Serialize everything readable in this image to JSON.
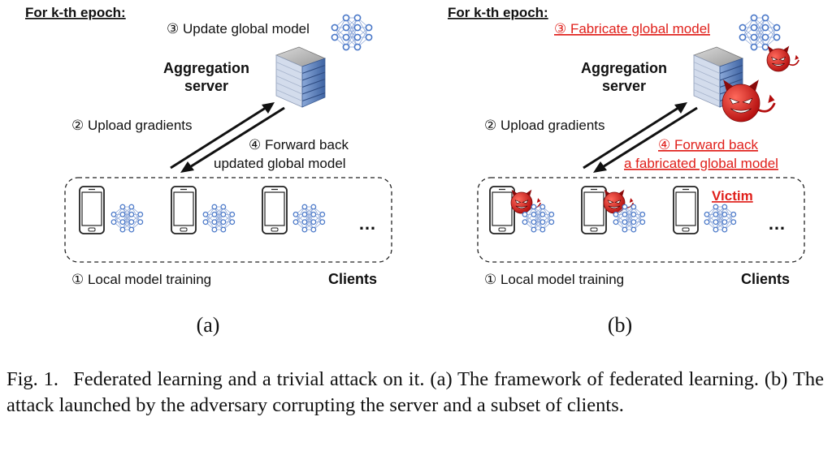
{
  "panels": [
    {
      "id": "a",
      "epoch_label": "For k-th epoch:",
      "step3": "③ Update global model",
      "server_label": [
        "Aggregation",
        "server"
      ],
      "step2": "② Upload gradients",
      "step4": [
        "④ Forward back",
        "updated global model"
      ],
      "step1": "① Local model training",
      "clients_label": "Clients",
      "ellipsis": "…",
      "sublabel": "(a)"
    },
    {
      "id": "b",
      "epoch_label": "For k-th epoch:",
      "step3": "③ Fabricate global model",
      "server_label": [
        "Aggregation",
        "server"
      ],
      "step2": "② Upload gradients",
      "step4": [
        "④ Forward back",
        "a fabricated global model"
      ],
      "step1": "① Local model training",
      "clients_label": "Clients",
      "victim_label": "Victim",
      "ellipsis": "…",
      "sublabel": "(b)"
    }
  ],
  "caption": {
    "label": "Fig. 1.",
    "text": "Federated learning and a trivial attack on it. (a) The framework of federated learning. (b) The attack launched by the adversary corrupting the server and a subset of clients."
  },
  "colors": {
    "attack_red": "#e0201b",
    "text": "#111111",
    "nn_node": "#4a78c8",
    "nn_edge": "#8fa9da",
    "server_blue": "#5b7fb8"
  },
  "icons": [
    "server-icon",
    "neural-network-icon",
    "smartphone-icon",
    "devil-icon",
    "arrow-icon"
  ]
}
